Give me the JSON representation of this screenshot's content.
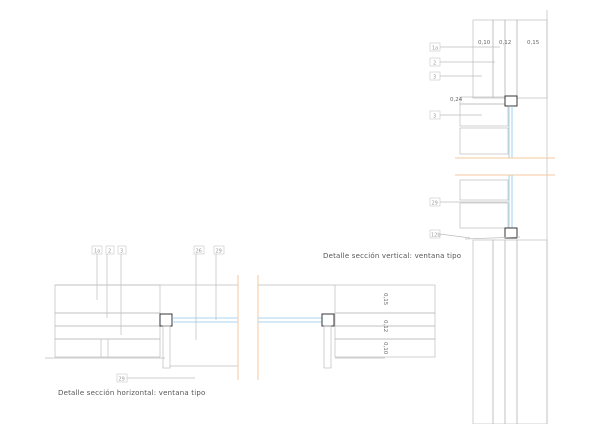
{
  "vertical_section": {
    "caption": "Detalle sección vertical: ventana tipo",
    "dimensions": [
      "0,10",
      "0,12",
      "0,15",
      "0,24"
    ],
    "labels": [
      "1a",
      "2",
      "3",
      "3",
      "29",
      "12b"
    ]
  },
  "horizontal_section": {
    "caption": "Detalle sección horizontal: ventana tipo",
    "labels_top": [
      "1a",
      "2",
      "3",
      "26",
      "29"
    ],
    "label_bottom": "29",
    "dimensions": [
      "0,15",
      "0,12",
      "0,10"
    ]
  },
  "colors": {
    "glass": "#8cc8e8",
    "cut_line": "#f5c9a0",
    "lines": "#bdbdbd"
  }
}
